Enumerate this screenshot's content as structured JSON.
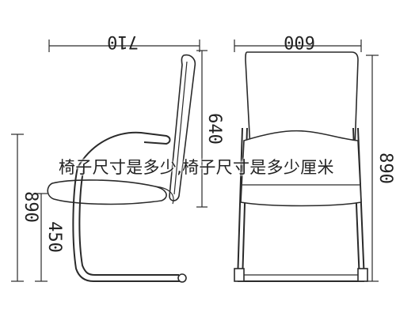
{
  "dimensions": {
    "side_depth": "710",
    "front_width": "600",
    "back_height": "640",
    "total_height": "890",
    "seat_height": "450",
    "front_total_height": "890"
  },
  "caption": "椅子尺寸是多少,椅子尺寸是多少厘米"
}
